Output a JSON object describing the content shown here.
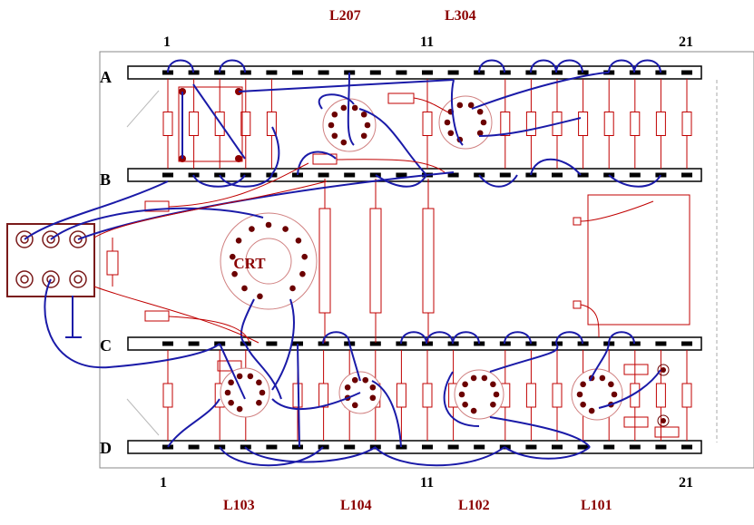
{
  "strip_labels": [
    "A",
    "B",
    "C",
    "D"
  ],
  "top_numbers": [
    "1",
    "11",
    "21"
  ],
  "bottom_numbers": [
    "1",
    "11",
    "21"
  ],
  "tube_labels_top": [
    "L207",
    "L304"
  ],
  "tube_labels_bottom": [
    "L103",
    "L104",
    "L102",
    "L101"
  ],
  "crt_label": "CRT",
  "colors": {
    "wire": "#1a1aa8",
    "component": "#c00000",
    "pin": "#6b0000",
    "strip": "#000000",
    "board": "#888888"
  }
}
